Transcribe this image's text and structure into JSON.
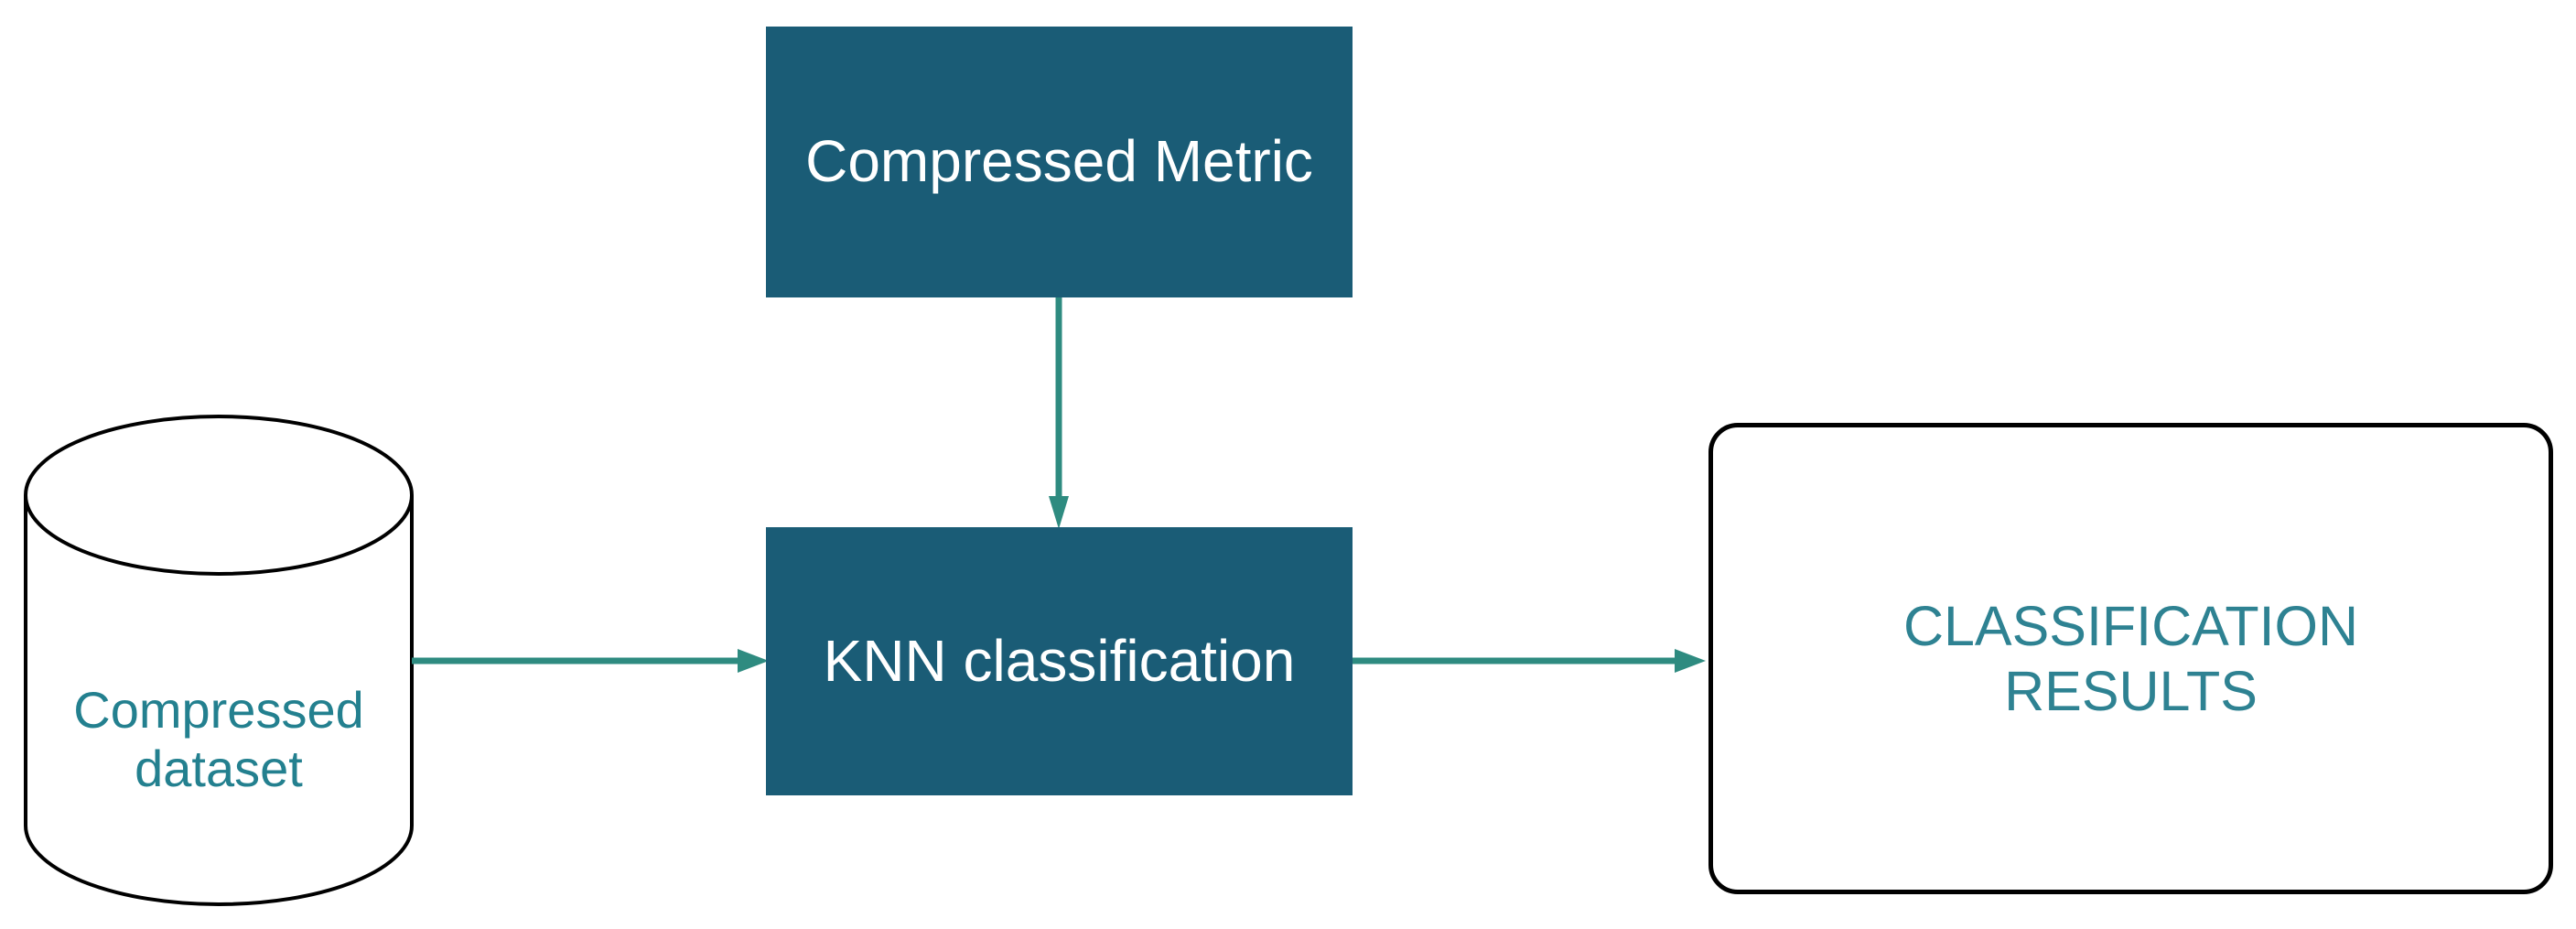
{
  "title": "KNN classification pipeline diagram",
  "colors": {
    "bg": "#ffffff",
    "box_fill": "#1a5c76",
    "box_text": "#ffffff",
    "arrow": "#2e8b80",
    "outline": "#000000",
    "dataset_text": "#23808f",
    "results_text": "#2e8292"
  },
  "nodes": {
    "compressed_dataset": {
      "label": "Compressed dataset",
      "shape": "database-cylinder"
    },
    "compressed_metric": {
      "label": "Compressed Metric",
      "shape": "filled-rectangle"
    },
    "knn_classification": {
      "label": "KNN classification",
      "shape": "filled-rectangle"
    },
    "classification_results": {
      "label": "CLASSIFICATION RESULTS",
      "shape": "rounded-rectangle"
    }
  },
  "edges": [
    {
      "from": "compressed_metric",
      "to": "knn_classification",
      "direction": "down"
    },
    {
      "from": "compressed_dataset",
      "to": "knn_classification",
      "direction": "right"
    },
    {
      "from": "knn_classification",
      "to": "classification_results",
      "direction": "right"
    }
  ]
}
